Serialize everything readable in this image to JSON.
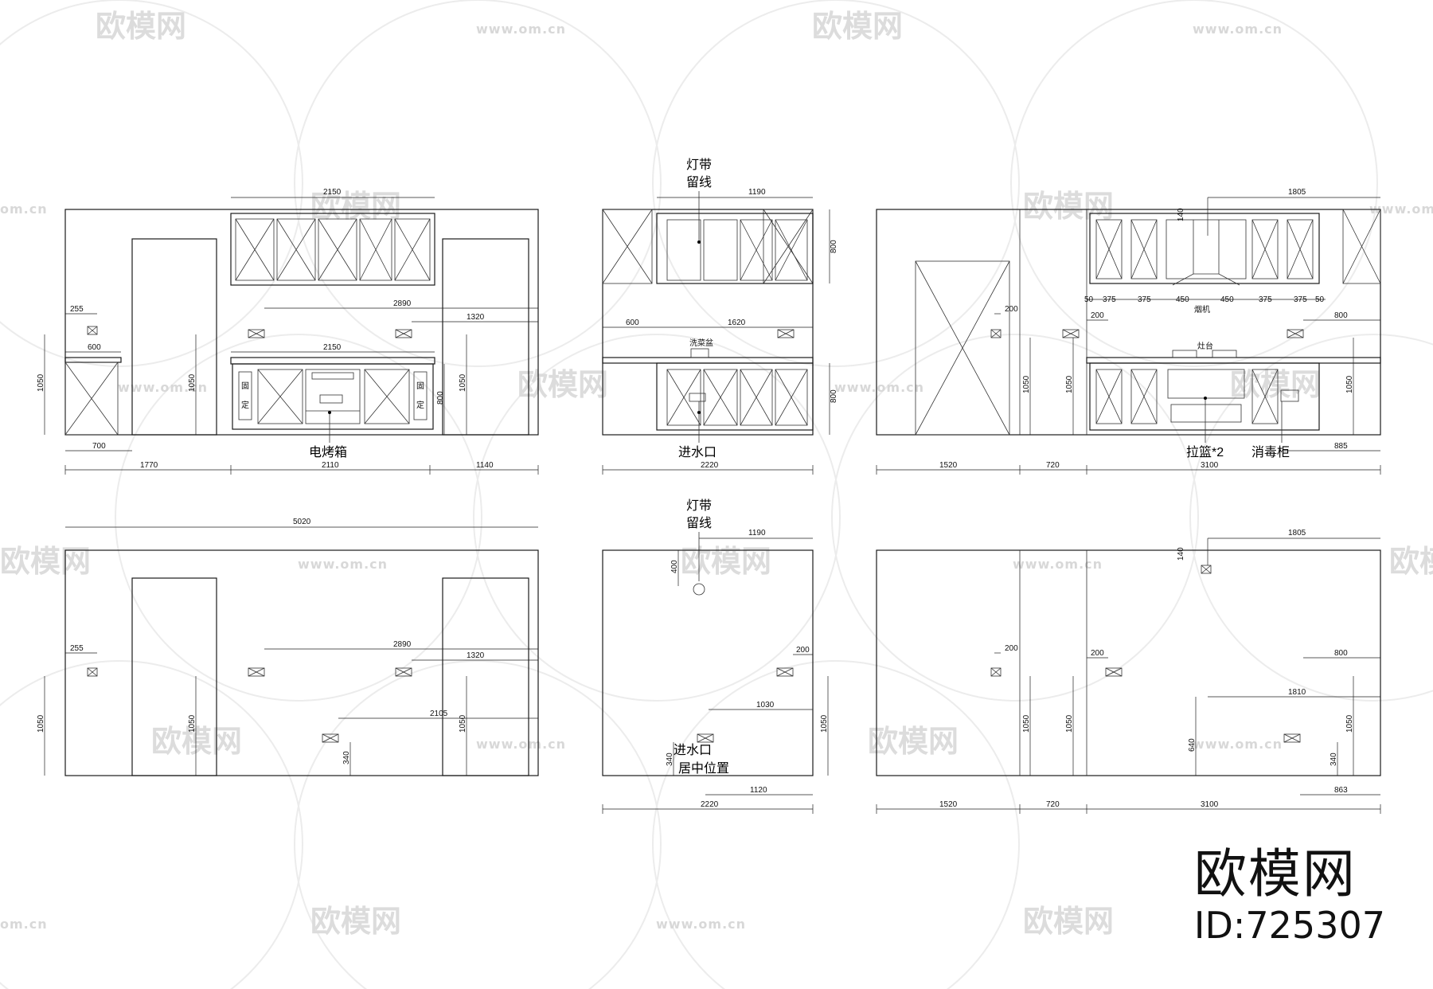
{
  "brand": {
    "name": "欧模网",
    "id_text": "ID:725307"
  },
  "watermark": {
    "logo_text": "欧模网",
    "url_text": "www.om.cn",
    "short_url": "om.cn"
  },
  "labels": {
    "light_strip_1": "灯带",
    "reserve_wire_1": "留线",
    "light_strip_2": "灯带",
    "reserve_wire_2": "留线",
    "oven": "电烤箱",
    "water_inlet": "进水口",
    "pull_basket": "拉篮*2",
    "sterilizer": "消毒柜",
    "water_inlet_2": "进水口",
    "center_position": "居中位置",
    "fixed_1": "固",
    "fixed_2": "定",
    "fixed_3": "固",
    "fixed_4": "定",
    "sink": "洗菜盆",
    "range_hood": "烟机",
    "stove": "灶台"
  },
  "dims": {
    "e1_top": "2150",
    "e1_255": "255",
    "e1_600": "600",
    "e1_2890": "2890",
    "e1_1320": "1320",
    "e1_2150b": "2150",
    "e1_1050a": "1050",
    "e1_1050b": "1050",
    "e1_800": "800",
    "e1_1050c": "1050",
    "e1_700": "700",
    "e1_1770": "1770",
    "e1_2110": "2110",
    "e1_1140": "1140",
    "e2_1190": "1190",
    "e2_800a": "800",
    "e2_600": "600",
    "e2_1620": "1620",
    "e2_800b": "800",
    "e2_2220": "2220",
    "e3_1805": "1805",
    "e3_140": "140",
    "e3_200a": "200",
    "e3_50a": "50",
    "e3_375a": "375",
    "e3_375b": "375",
    "e3_450a": "450",
    "e3_450b": "450",
    "e3_375c": "375",
    "e3_375d": "375",
    "e3_50b": "50",
    "e3_200b": "200",
    "e3_800": "800",
    "e3_1050a": "1050",
    "e3_1050b": "1050",
    "e3_1050c": "1050",
    "e3_885": "885",
    "e3_1520": "1520",
    "e3_720": "720",
    "e3_3100": "3100",
    "p1_5020": "5020",
    "p1_255": "255",
    "p1_2890": "2890",
    "p1_1320": "1320",
    "p1_2105": "2105",
    "p1_1050a": "1050",
    "p1_1050b": "1050",
    "p1_1050c": "1050",
    "p1_340": "340",
    "p2_1190": "1190",
    "p2_400": "400",
    "p2_200": "200",
    "p2_1030": "1030",
    "p2_340": "340",
    "p2_1050": "1050",
    "p2_1120": "1120",
    "p2_2220": "2220",
    "p3_1805": "1805",
    "p3_140": "140",
    "p3_200a": "200",
    "p3_200b": "200",
    "p3_800": "800",
    "p3_1810": "1810",
    "p3_640": "640",
    "p3_340": "340",
    "p3_1050a": "1050",
    "p3_1050b": "1050",
    "p3_1050c": "1050",
    "p3_863": "863",
    "p3_1520": "1520",
    "p3_720": "720",
    "p3_3100": "3100"
  }
}
